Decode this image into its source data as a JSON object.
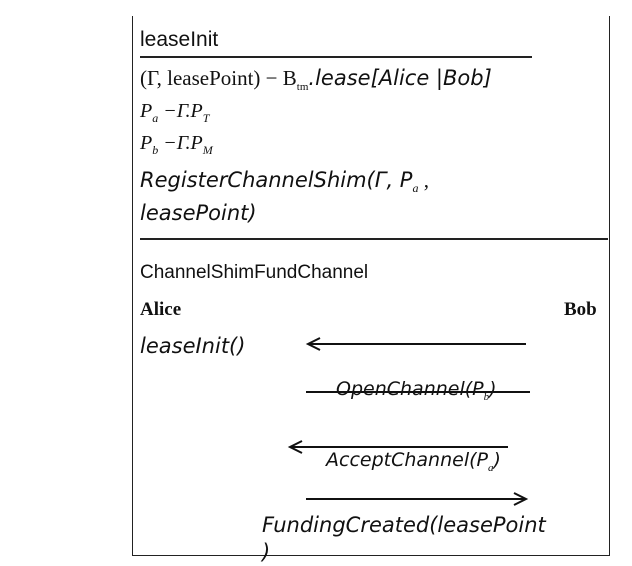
{
  "algorithm1": {
    "title": "leaseInit",
    "lines": [
      "(Γ, leasePoint) − B",
      "tm",
      ".lease[Alice  |Bob]",
      "P",
      "a",
      " −Γ.P",
      "T",
      "P",
      "b",
      " −Γ.P",
      "M",
      "RegisterChannelShim(Γ, P",
      "a",
      " ,",
      "leasePoint)"
    ]
  },
  "algorithm2": {
    "title": "ChannelShimFundChannel",
    "party_left": "Alice",
    "party_right": "Bob",
    "call": "leaseInit()",
    "msg_open": "OpenChannel(P",
    "msg_open_sub": "b",
    "msg_open_close": ")",
    "msg_accept": "AcceptChannel(P",
    "msg_accept_sub": "a",
    "msg_accept_close": ")",
    "msg_funding": "FundingCreated(leasePoint",
    "msg_funding_wrap": ")"
  }
}
